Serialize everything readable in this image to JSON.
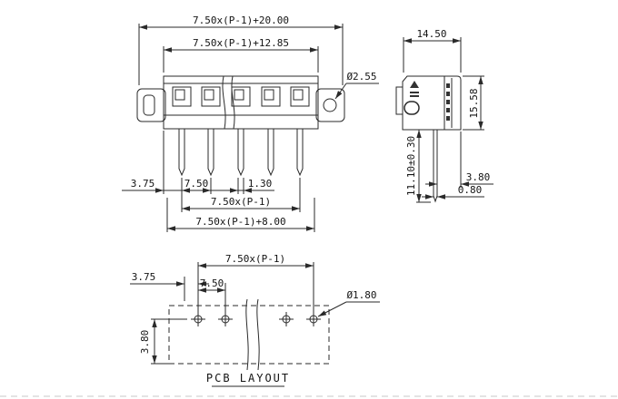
{
  "front": {
    "dim_overall": "7.50x(P-1)+20.00",
    "dim_flange": "7.50x(P-1)+12.85",
    "hole_dia": "Ø2.55",
    "dim_margin": "3.75",
    "dim_pitch": "7.50",
    "pin_width": "1.30",
    "dim_span": "7.50x(P-1)",
    "dim_span_total": "7.50x(P-1)+8.00"
  },
  "side": {
    "dim_depth": "14.50",
    "dim_height": "15.58",
    "dim_pin_len": "11.10±0.30",
    "dim_offset": "3.80",
    "pin_thickness": "0.80"
  },
  "pcb": {
    "dim_span": "7.50x(P-1)",
    "dim_margin": "3.75",
    "dim_pitch": "7.50",
    "hole_dia": "Ø1.80",
    "dim_row": "3.80",
    "title": "PCB LAYOUT"
  }
}
